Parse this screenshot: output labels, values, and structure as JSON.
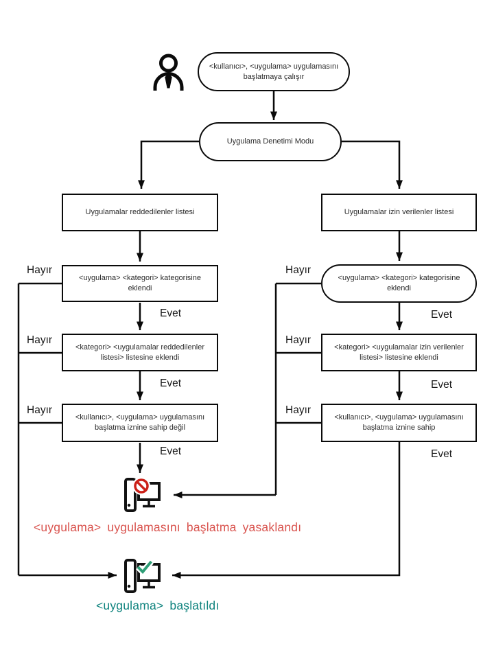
{
  "diagram": {
    "type": "flowchart",
    "nodes": {
      "start": "<kullanıcı>, <uygulama> uygulamasını başlatmaya çalışır",
      "mode": "Uygulama Denetimi Modu",
      "denylist": "Uygulamalar reddedilenler listesi",
      "allowlist": "Uygulamalar izin verilenler listesi",
      "deny_category": "<uygulama> <kategori> kategorisine eklendi",
      "allow_category": "<uygulama> <kategori> kategorisine eklendi",
      "deny_added": "<kategori> <uygulamalar reddedilenler listesi> listesine eklendi",
      "allow_added": "<kategori> <uygulamalar izin verilenler listesi> listesine eklendi",
      "deny_perm": "<kullanıcı>, <uygulama> uygulamasını başlatma iznine sahip değil",
      "allow_perm": "<kullanıcı>, <uygulama> uygulamasını başlatma iznine sahip"
    },
    "labels": {
      "yes": "Evet",
      "no": "Hayır"
    },
    "outcomes": {
      "blocked": "<uygulama> uygulamasını başlatma yasaklandı",
      "started": "<uygulama> başlatıldı"
    },
    "icons": [
      "user-icon",
      "computer-blocked-icon",
      "computer-started-icon"
    ],
    "colors": {
      "line": "#0a0a0a",
      "blocked_text": "#d9534e",
      "started_text": "#0f837e",
      "prohibit_icon": "#cb2018",
      "check_icon": "#2f9e77"
    }
  }
}
